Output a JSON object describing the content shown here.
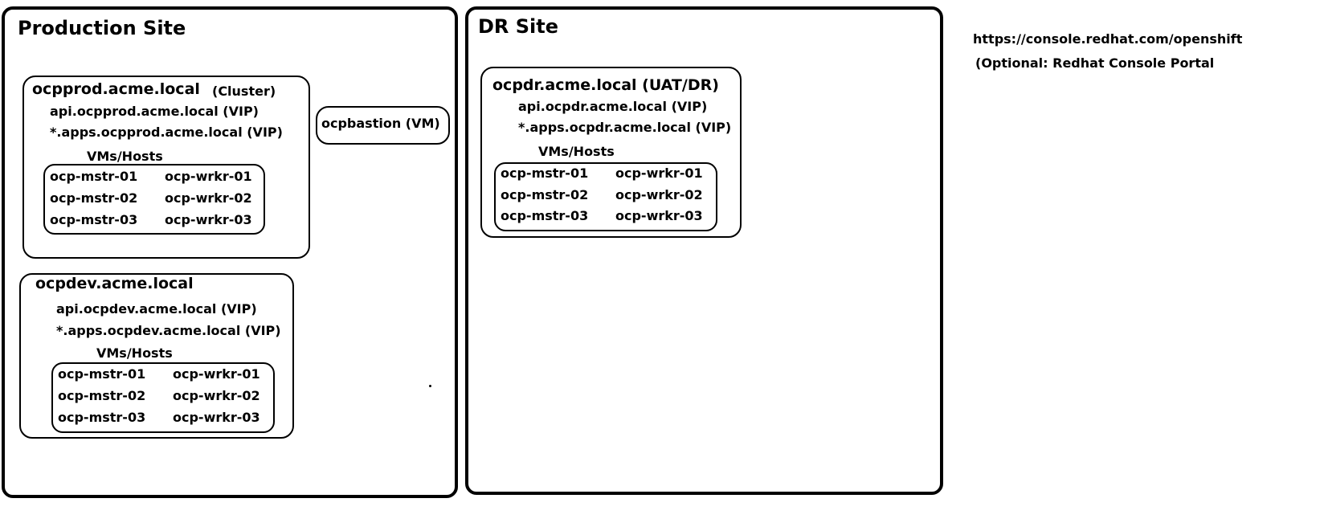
{
  "production": {
    "title": "Production Site",
    "prod_cluster": {
      "name": "ocpprod.acme.local",
      "tag": "(Cluster)",
      "api": "api.ocpprod.acme.local (VIP)",
      "apps": "*.apps.ocpprod.acme.local (VIP)",
      "hosts_label": "VMs/Hosts",
      "masters": [
        "ocp-mstr-01",
        "ocp-mstr-02",
        "ocp-mstr-03"
      ],
      "workers": [
        "ocp-wrkr-01",
        "ocp-wrkr-02",
        "ocp-wrkr-03"
      ]
    },
    "bastion": "ocpbastion (VM)",
    "dev_cluster": {
      "name": "ocpdev.acme.local",
      "api": "api.ocpdev.acme.local (VIP)",
      "apps": "*.apps.ocpdev.acme.local (VIP)",
      "hosts_label": "VMs/Hosts",
      "masters": [
        "ocp-mstr-01",
        "ocp-mstr-02",
        "ocp-mstr-03"
      ],
      "workers": [
        "ocp-wrkr-01",
        "ocp-wrkr-02",
        "ocp-wrkr-03"
      ]
    }
  },
  "dr": {
    "title": "DR Site",
    "dr_cluster": {
      "name": "ocpdr.acme.local (UAT/DR)",
      "api": "api.ocpdr.acme.local (VIP)",
      "apps": "*.apps.ocpdr.acme.local (VIP)",
      "hosts_label": "VMs/Hosts",
      "masters": [
        "ocp-mstr-01",
        "ocp-mstr-02",
        "ocp-mstr-03"
      ],
      "workers": [
        "ocp-wrkr-01",
        "ocp-wrkr-02",
        "ocp-wrkr-03"
      ]
    }
  },
  "portal": {
    "url": "https://console.redhat.com/openshift",
    "note": "(Optional: Redhat Console Portal"
  }
}
